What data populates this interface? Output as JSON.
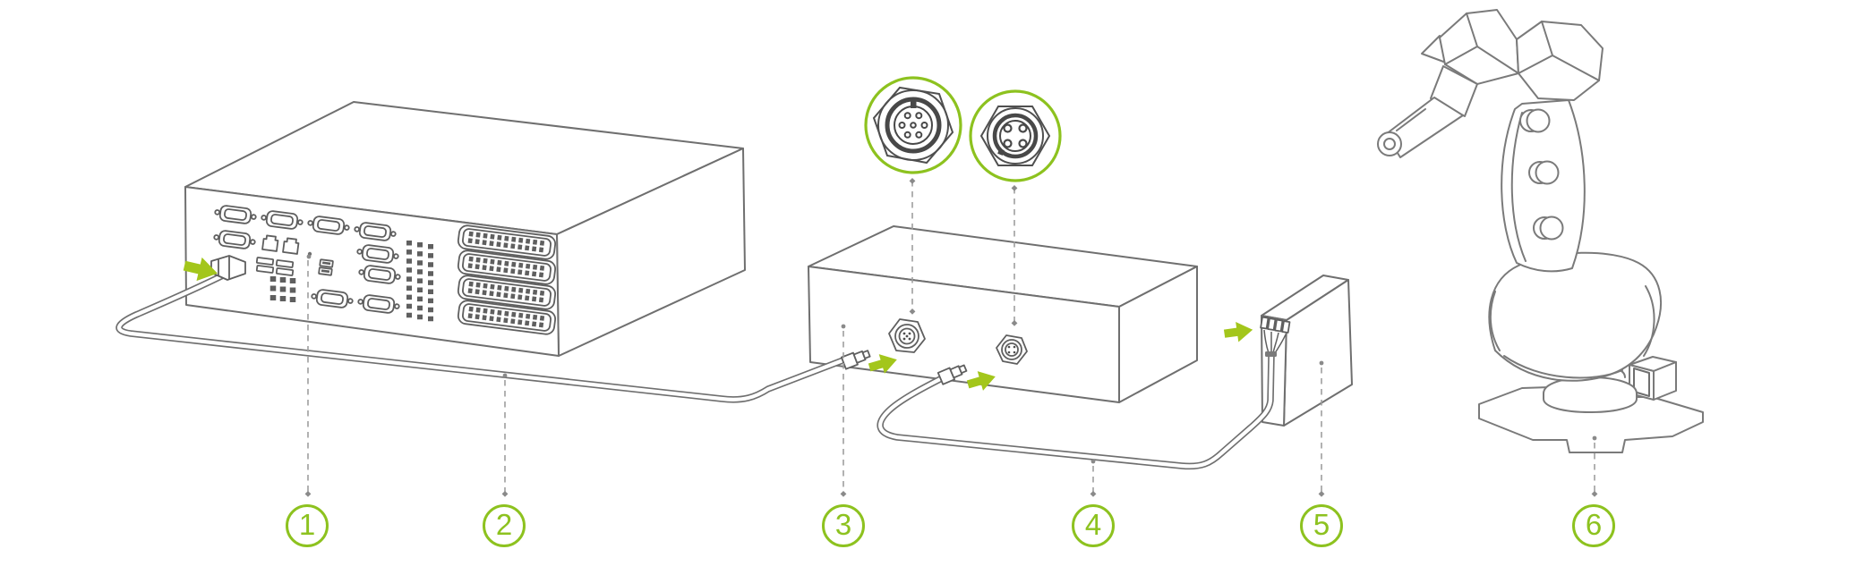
{
  "diagram": {
    "kind": "installation-connection-diagram",
    "background": "#ffffff"
  },
  "callouts": [
    {
      "number": "1",
      "target": "industrial-pc-cable-port"
    },
    {
      "number": "2",
      "target": "cable-pc-to-io-box"
    },
    {
      "number": "3",
      "target": "io-box"
    },
    {
      "number": "4",
      "target": "cable-io-box-to-terminal"
    },
    {
      "number": "5",
      "target": "terminal-adapter-box"
    },
    {
      "number": "6",
      "target": "robot-base"
    }
  ],
  "colors": {
    "callout_green": "#8dc21f",
    "arrow_green": "#a3c61b",
    "outline_gray": "#6f6f6f",
    "detail_dark_gray": "#4f4f4f",
    "leader_gray": "#9e9e9e"
  },
  "icons": [
    {
      "name": "connection-arrow-icon",
      "meaning": "plug-in direction",
      "color": "#a3c61b"
    },
    {
      "name": "m12-connector-detail-icon",
      "meaning": "round connector front view, 6+1 pins"
    },
    {
      "name": "m8-connector-detail-icon",
      "meaning": "round connector front view, 4 pins"
    }
  ]
}
